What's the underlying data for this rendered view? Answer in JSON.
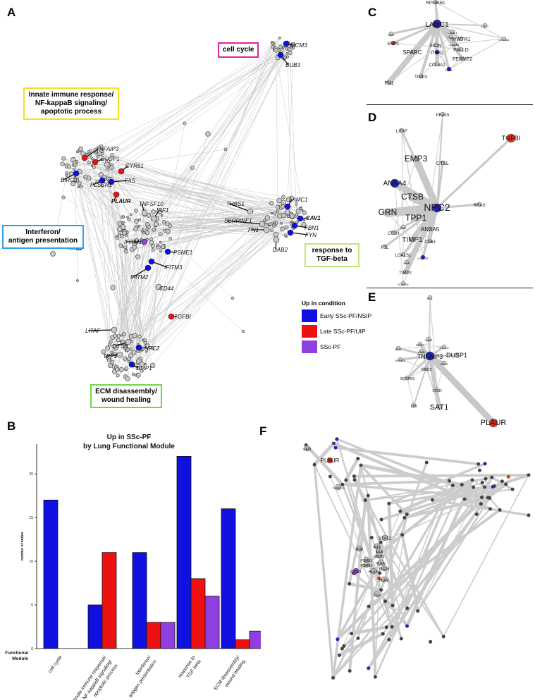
{
  "panels": {
    "a": "A",
    "b": "B",
    "c": "C",
    "d": "D",
    "e": "E",
    "f": "F"
  },
  "colors": {
    "early": "#1010e0",
    "late": "#ee1111",
    "sscpf": "#9040e0",
    "edge": "#c8c8c8",
    "node_fill": "#c9c9c9"
  },
  "modules": {
    "cell_cycle": "cell cycle",
    "innate_l1": "Innate immune response/",
    "innate_l2": "NF-kappaB signaling/",
    "innate_l3": "apoptotic process",
    "interferon_l1": "Interferon/",
    "interferon_l2": "antigen presentation",
    "tgf_l1": "response to",
    "tgf_l2": "TGF-beta",
    "ecm_l1": "ECM disassembly/",
    "ecm_l2": "wound healing"
  },
  "legend": {
    "title": "Up in condition",
    "items": [
      {
        "label": "Early SSc-PF/NSIP",
        "color": "#1010e0"
      },
      {
        "label": "Late SSc-PF/UIP",
        "color": "#ee1111"
      },
      {
        "label": "SSc-PF",
        "color": "#9040e0"
      }
    ]
  },
  "network_a_labels": [
    "MCM3",
    "BUB3",
    "TNFAIP3",
    "DUSP1",
    "CYR61",
    "BIRC3",
    "FAS",
    "PLSCR1",
    "PLAUR",
    "TNFSF10",
    "IRF1",
    "THBS1",
    "LAMC1",
    "CAV1",
    "SERPINE1",
    "FBN1",
    "FN1",
    "FYN",
    "DAB2",
    "IFITM1",
    "PSME1",
    "IFITM3",
    "IFITM2",
    "RAC2",
    "CD44",
    "LITAF",
    "TGFBI",
    "CTSB",
    "TPP1",
    "NPC2",
    "TIMP1"
  ],
  "network_c_labels": [
    "RPS6KB1",
    "LAMC1",
    "MDK",
    "EMP1",
    "SPARC",
    "TIMP3",
    "FN1",
    "PXDN",
    "COL4A2",
    "FERMT2",
    "PALLD",
    "WWTR1",
    "ITGB1",
    "FBN1",
    "TGM2",
    "LAMB1",
    "CAV1",
    "COL4A1"
  ],
  "network_d_labels": [
    "PEA15",
    "LITAF",
    "TGFBI",
    "EMP3",
    "CTSL",
    "ANXA4",
    "CTSB",
    "NPC2",
    "GRN",
    "TPP1",
    "ANXA5",
    "RRAS",
    "TIMP1",
    "CTSH",
    "CD63",
    "FTL",
    "LGALS1",
    "LGALS3",
    "TIMP2",
    "MSN",
    "GNS",
    "SCARB1"
  ],
  "network_e_labels": [
    "NCL",
    "TNFAIP3",
    "DUSP1",
    "BIRC3",
    "SAT1",
    "PLAUR",
    "CYLD",
    "SQSTM1",
    "IER3",
    "JUNB",
    "RIPK1",
    "LTB",
    "CXCL8",
    "CD83",
    "RELB",
    "NFKBIA"
  ],
  "network_f_labels": [
    "PLAUR",
    "SAT1",
    "TNFSF10",
    "STAT1",
    "IRF1",
    "IRF9",
    "PSME1",
    "PSME2",
    "HLA-E",
    "HLA-B",
    "HLA-C",
    "IFITM1",
    "B2M",
    "GBP1",
    "ISG15",
    "CD44"
  ],
  "chart_data": {
    "type": "bar",
    "title": "Up in SSc-PF",
    "subtitle": "by Lung Functional Module",
    "ylabel": "number of nodes",
    "xlabel": "Functional Module",
    "ylim": [
      0,
      23
    ],
    "yticks": [
      0,
      5,
      10,
      15,
      20
    ],
    "categories": [
      "cell cycle",
      "innate immune response/ NF-kappaB signaling/ apoptotic process",
      "Interferon/ antigen presentation",
      "response to TGF-beta",
      "ECM disassembly/ wound healing"
    ],
    "category_lines": [
      [
        "cell cycle"
      ],
      [
        "innate immune response/",
        "NF-kappaB signaling/",
        "apoptotic process"
      ],
      [
        "Interferon/",
        "antigen presentation"
      ],
      [
        "response to",
        "TGF-beta"
      ],
      [
        "ECM disassembly/",
        "wound healing"
      ]
    ],
    "series": [
      {
        "name": "Early SSc-PF/NSIP",
        "color": "#1010e0",
        "values": [
          17,
          5,
          11,
          22,
          16
        ]
      },
      {
        "name": "Late SSc-PF/UIP",
        "color": "#ee1111",
        "values": [
          0,
          11,
          3,
          8,
          1
        ]
      },
      {
        "name": "SSc-PF",
        "color": "#9040e0",
        "values": [
          0,
          0,
          3,
          6,
          2
        ]
      }
    ]
  }
}
